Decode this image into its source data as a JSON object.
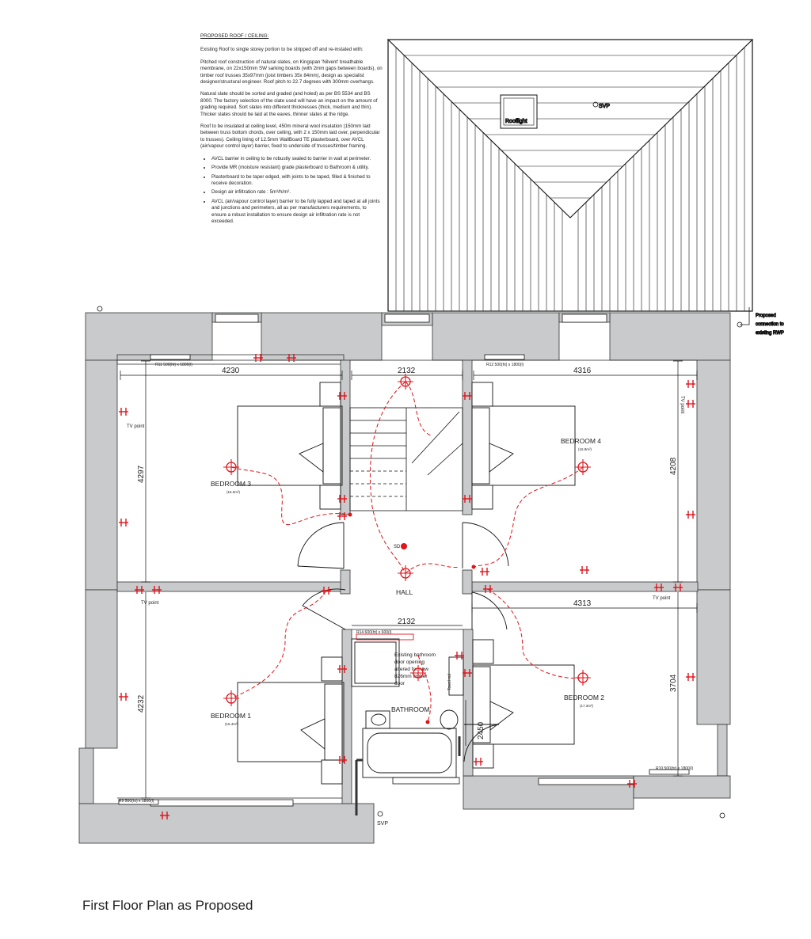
{
  "notes": {
    "heading": "PROPOSED ROOF / CEILING:",
    "p1": "Existing Roof to single storey portion to be stripped off and re-instated with:",
    "p2": "Pitched roof construction of natural slates, on Kingspan 'Nilvent' breathable membrane, on 22x150mm SW sarking boards (with 2mm gaps between boards), on timber roof trusses 35x97mm (joist timbers 35x 84mm), design as specialist designer/structural engineer. Roof pitch to 22.7 degrees with 300mm overhangs.",
    "p3": "Natural slate should be sorted and graded (and holed) as per BS 5534 and BS 8000. The factory selection of the slate used will have an impact on the amount of grading required. Sort slates into different thicknesses (thick, medium and thin). Thicker slates should be laid at the eaves, thinner slates at the ridge.",
    "p4": "Roof to be insulated at ceiling level, 450m mineral wool insulation (150mm laid between truss bottom chords, over ceiling, with 2 x 150mm laid over, perpendicular to trusses). Ceiling lining of 12.5mm WallBoard TE plasterboard, over AVCL (air/vapour control layer) barrier, fixed to underside of trusses/timber framing.",
    "bullets": [
      "AVCL barrier in ceiling to be robustly sealed to barrier in wall at perimeter.",
      "Provide MR (moisture resistant) grade plasterboard to Bathroom & utility.",
      "Plasterboard to be taper edged, with joints to be taped, filled & finished to receive decoration.",
      "Design air infiltration rate : 5m³/h/m².",
      "AVCL (air/vapour control layer) barrier to be fully lapped and taped at all joints and junctions and perimeters, all as per manufacturers requirements, to ensure a robust installation to ensure design air infiltration rate is not exceeded."
    ]
  },
  "roof": {
    "rooflight": "Rooflight",
    "svp": "SVP",
    "rwp_note": [
      "Proposed",
      "connection to",
      "existing RWP"
    ]
  },
  "rooms": {
    "bedroom3": {
      "name": "BEDROOM 3",
      "sub": "(16.0m²)"
    },
    "bedroom4": {
      "name": "BEDROOM 4",
      "sub": "(16.9m²)"
    },
    "bedroom1": {
      "name": "BEDROOM 1",
      "sub": "(15.4m²)"
    },
    "bedroom2": {
      "name": "BEDROOM 2",
      "sub": "(17.3m²)"
    },
    "hall": {
      "name": "HALL"
    },
    "bathroom": {
      "name": "BATHROOM"
    }
  },
  "dims": {
    "b3_w": "4230",
    "b3_h": "4297",
    "stair_w": "2132",
    "bath_w": "2132",
    "b4_w": "4316",
    "b4_h": "4208",
    "b2_w": "4313",
    "b2_h": "3704",
    "b1_h": "4232",
    "bath_h": "2450"
  },
  "radiators": {
    "r11": "R11 500(ht) x 1800(l)",
    "r12": "R12 500(ht) x 1800(l)",
    "r14": "R14 600(ht) x 600(l)",
    "r9": "R9 500(ht) x 1800(l)",
    "r10": "R10 500(ht) x 1800(l)"
  },
  "labels": {
    "tv1": "TV point",
    "tv2": "TV point",
    "tv3": "TV point",
    "sd": "SD",
    "svp_bottom": "SVP",
    "bath_note": [
      "Existing bathroom",
      "door opening",
      "altered for new",
      "826mm timber",
      "door"
    ],
    "towel": "Towel rail"
  },
  "caption": "First Floor Plan as Proposed",
  "colors": {
    "wall": "#c8cacb",
    "electrical": "#e0141b",
    "line": "#111111"
  }
}
